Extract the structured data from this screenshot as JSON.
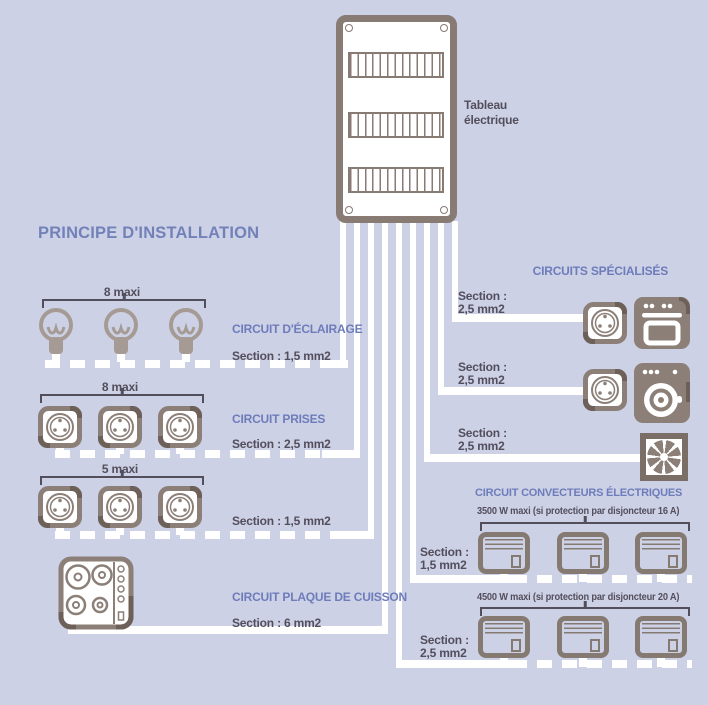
{
  "title": "PRINCIPE D'INSTALLATION",
  "panel": {
    "label": "Tableau électrique"
  },
  "lighting": {
    "max": "8 maxi",
    "name": "CIRCUIT D'ÉCLAIRAGE",
    "section": "Section : 1,5 mm2"
  },
  "outlets8": {
    "max": "8 maxi",
    "name": "CIRCUIT PRISES",
    "section": "Section : 2,5 mm2"
  },
  "outlets5": {
    "max": "5 maxi",
    "section": "Section : 1,5 mm2"
  },
  "cooktop": {
    "name": "CIRCUIT PLAQUE DE CUISSON",
    "section": "Section : 6 mm2"
  },
  "specialized": {
    "title": "CIRCUITS SPÉCIALISÉS",
    "rows": [
      {
        "section_line1": "Section :",
        "section_line2": "2,5 mm2",
        "appliance": "oven"
      },
      {
        "section_line1": "Section :",
        "section_line2": "2,5 mm2",
        "appliance": "washing-machine"
      },
      {
        "section_line1": "Section :",
        "section_line2": "2,5 mm2",
        "appliance": "vmc-fan"
      }
    ]
  },
  "convectors": {
    "title": "CIRCUIT CONVECTEURS ÉLECTRIQUES",
    "rows": [
      {
        "max": "3500 W maxi (si protection par disjoncteur 16 A)",
        "section_line1": "Section :",
        "section_line2": "1,5 mm2"
      },
      {
        "max": "4500 W maxi (si protection par disjoncteur 20 A)",
        "section_line1": "Section :",
        "section_line2": "2,5 mm2"
      }
    ]
  },
  "colors": {
    "background": "#cdd1e5",
    "icon_taupe": "#8b7f78",
    "icon_taupe_dark": "#6c6059",
    "icon_taupe_light": "#a59b94",
    "wire": "#ffffff",
    "label_blue": "#6d7cba",
    "label_dark": "#534e5c"
  }
}
